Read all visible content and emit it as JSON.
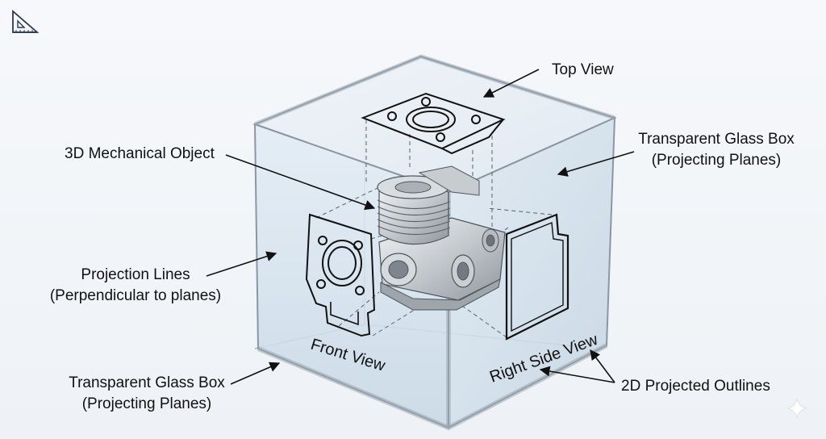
{
  "labels": {
    "top_view": "Top View",
    "mechanical_object": "3D Mechanical Object",
    "glass_box_right_line1": "Transparent Glass Box",
    "glass_box_right_line2": "(Projecting Planes)",
    "projection_lines_line1": "Projection Lines",
    "projection_lines_line2": "(Perpendicular to planes)",
    "glass_box_left_line1": "Transparent Glass Box",
    "glass_box_left_line2": "(Projecting Planes)",
    "front_view": "Front View",
    "right_side_view": "Right Side View",
    "projected_outlines": "2D Projected Outlines"
  },
  "icons": {
    "corner_logo": "set-square-ruler-icon",
    "sparkle": "sparkle-icon"
  },
  "colors": {
    "glass_fill": "#dbe7f1",
    "glass_edge": "#8a97a3",
    "ink": "#111111"
  }
}
